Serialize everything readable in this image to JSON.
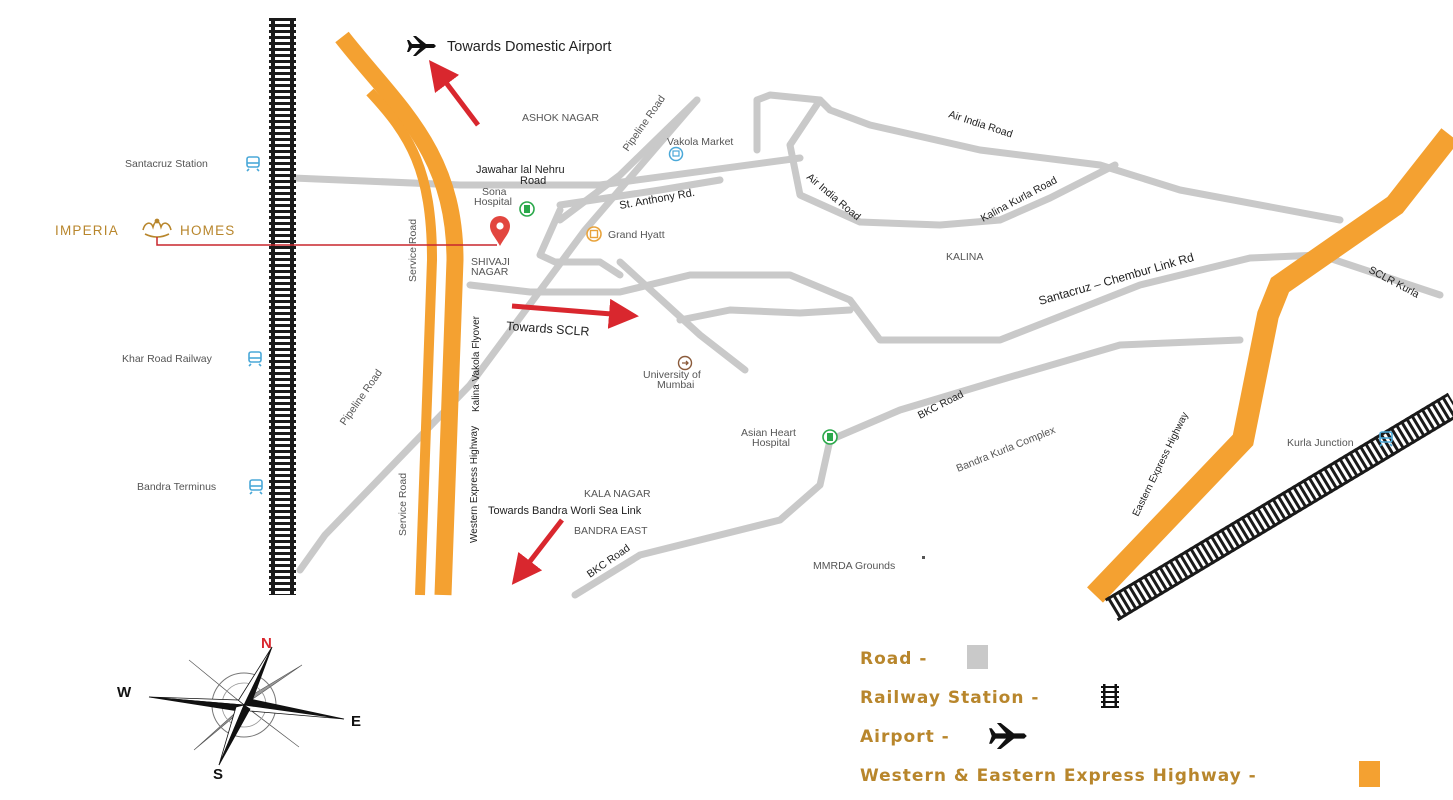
{
  "brand": {
    "name_left": "IMPERIA",
    "name_right": "HOMES",
    "color": "#b8862c"
  },
  "colors": {
    "road": "#c9c9c9",
    "highway": "#f4a131",
    "railway": "#1a1a1a",
    "arrow": "#d9272e",
    "marker": "#e2463f",
    "hospital": "#2aa84a",
    "station": "#4aa8d8",
    "hotel": "#e8a23a",
    "legend": "#b8862c"
  },
  "directions": {
    "domestic_airport": "Towards Domestic Airport",
    "sclr": "Towards SCLR",
    "sea_link": "Towards Bandra Worli Sea Link"
  },
  "stations": [
    {
      "name": "Santacruz Station",
      "icon": "train-icon"
    },
    {
      "name": "Khar Road Railway",
      "icon": "train-icon"
    },
    {
      "name": "Bandra Terminus",
      "icon": "train-icon"
    },
    {
      "name": "Kurla Junction",
      "icon": "train-icon"
    }
  ],
  "areas": {
    "ashok_nagar": "ASHOK NAGAR",
    "shivaji_line1": "SHIVAJI",
    "shivaji_line2": "NAGAR",
    "kalina": "KALINA",
    "kala_nagar": "KALA NAGAR",
    "bandra_east": "BANDRA EAST",
    "bkc": "Bandra Kurla Complex",
    "mmrda": "MMRDA Grounds"
  },
  "roads": {
    "pipeline_top": "Pipeline Road",
    "pipeline_bottom": "Pipeline Road",
    "service_top": "Service Road",
    "service_bottom": "Service Road",
    "jln_line1": "Jawahar lal Nehru",
    "jln_line2": "Road",
    "st_anthony": "St. Anthony Rd.",
    "air_india_1": "Air India Road",
    "air_india_2": "Air India Road",
    "kalina_kurla": "Kalina Kurla Road",
    "scl_road": "Santacruz – Chembur Link Rd",
    "sclr_kurla": "SCLR Kurla",
    "bkc_road_top": "BKC Road",
    "bkc_road_bottom": "BKC Road",
    "kalina_vakola_flyover": "Kalina Vakola Flyover",
    "western_express": "Western Express Highway",
    "eastern_express": "Eastern Express Highway"
  },
  "landmarks": {
    "vakola_market": "Vakola Market",
    "sona_line1": "Sona",
    "sona_line2": "Hospital",
    "grand_hyatt": "Grand Hyatt",
    "univ_line1": "University of",
    "univ_line2": "Mumbai",
    "asian_line1": "Asian Heart",
    "asian_line2": "Hospital"
  },
  "compass": {
    "n": "N",
    "s": "S",
    "e": "E",
    "w": "W"
  },
  "legend": [
    {
      "label": "Road -",
      "icon": "road-swatch-icon"
    },
    {
      "label": "Railway Station -",
      "icon": "railway-track-icon"
    },
    {
      "label": "Airport -",
      "icon": "airplane-icon"
    },
    {
      "label": "Western & Eastern Express Highway -",
      "icon": "highway-swatch-icon"
    }
  ]
}
